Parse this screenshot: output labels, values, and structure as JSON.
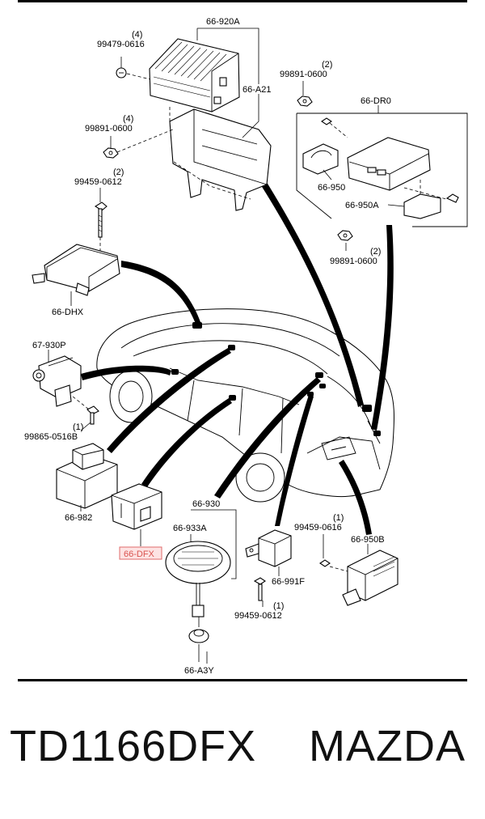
{
  "labels": {
    "p66_920A": "66-920A",
    "p66_A21": "66-A21",
    "p99479_0616": "99479-0616",
    "q99479_0616": "(4)",
    "p99891_0600_a": "99891-0600",
    "q99891_0600_a": "(4)",
    "p99459_0612_a": "99459-0612",
    "q99459_0612_a": "(2)",
    "p99891_0600_b": "99891-0600",
    "q99891_0600_b": "(2)",
    "p66_DR0": "66-DR0",
    "p66_950": "66-950",
    "p66_950A": "66-950A",
    "p99891_0600_c": "99891-0600",
    "q99891_0600_c": "(2)",
    "p66_DHX": "66-DHX",
    "p67_930P": "67-930P",
    "p99865_0516B": "99865-0516B",
    "q99865_0516B": "(1)",
    "p66_982": "66-982",
    "p66_DFX": "66-DFX",
    "p66_930": "66-930",
    "p66_933A": "66-933A",
    "p66_A3Y": "66-A3Y",
    "p66_991F": "66-991F",
    "p99459_0612_b": "99459-0612",
    "q99459_0612_b": "(1)",
    "p99459_0616": "99459-0616",
    "q99459_0616": "(1)",
    "p66_950B": "66-950B"
  },
  "caption": {
    "part_number": "TD1166DFX",
    "brand": "MAZDA"
  },
  "colors": {
    "highlight_fill": "#fde3e3",
    "highlight_stroke": "#e06b6b",
    "highlight_text": "#d9534f",
    "ink": "#000000"
  }
}
